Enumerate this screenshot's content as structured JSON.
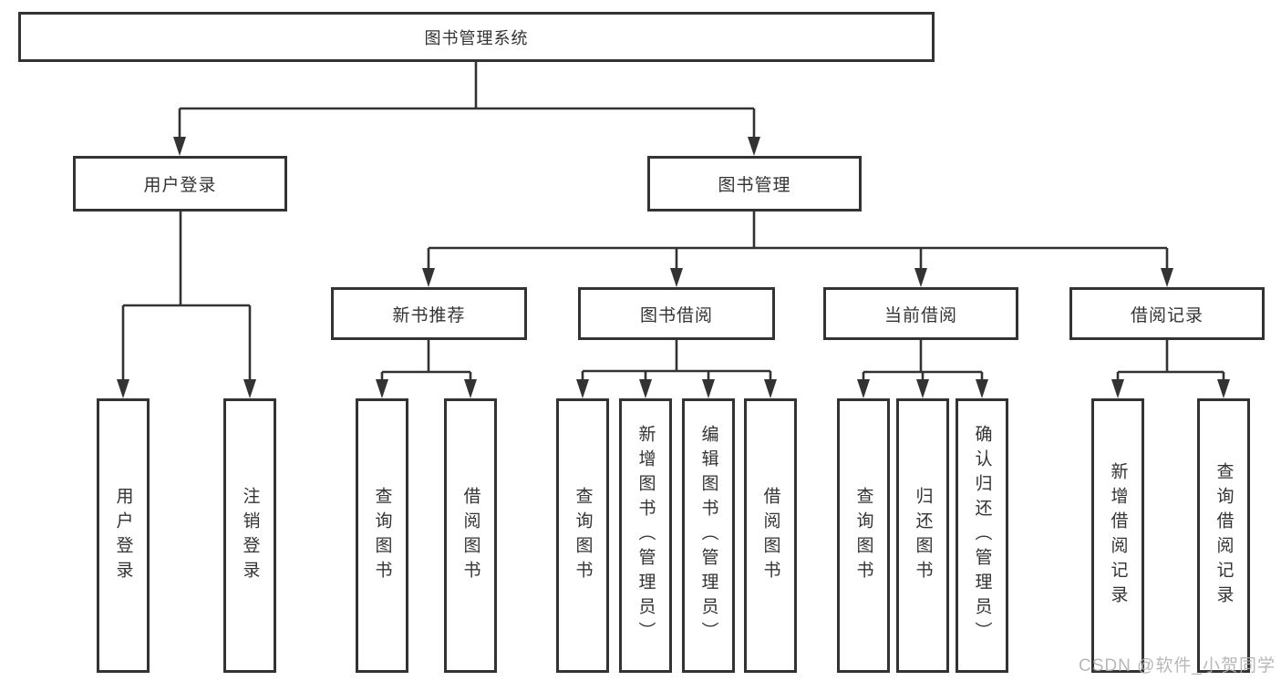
{
  "diagram_title": "图书管理系统",
  "nodes": {
    "root": {
      "label": "图书管理系统"
    },
    "branches": [
      {
        "label": "用户登录",
        "children": [
          "用户登录",
          "注销登录"
        ]
      },
      {
        "label": "图书管理",
        "sections": [
          {
            "label": "新书推荐",
            "children": [
              "查询图书",
              "借阅图书"
            ]
          },
          {
            "label": "图书借阅",
            "children": [
              "查询图书",
              "新增图书（管理员）",
              "编辑图书（管理员）",
              "借阅图书"
            ]
          },
          {
            "label": "当前借阅",
            "children": [
              "查询图书",
              "归还图书",
              "确认归还（管理员）"
            ]
          },
          {
            "label": "借阅记录",
            "children": [
              "新增借阅记录",
              "查询借阅记录"
            ]
          }
        ]
      }
    ]
  },
  "watermark": {
    "text": "CSDN @软件_小贺同学"
  },
  "colors": {
    "line": "#333333",
    "text": "#333333",
    "box_bg": "#ffffff",
    "watermark": "#b0b0b0"
  }
}
